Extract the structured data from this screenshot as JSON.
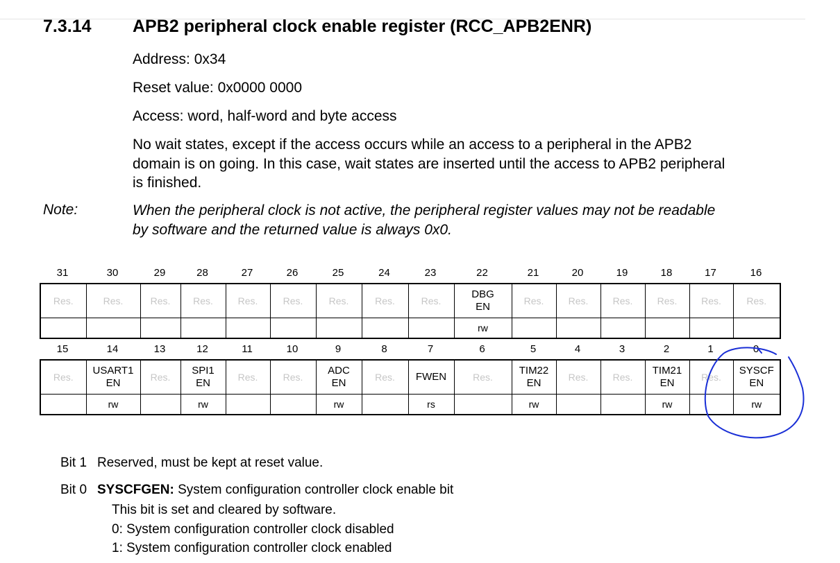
{
  "section": {
    "number": "7.3.14",
    "title": "APB2 peripheral clock enable register (RCC_APB2ENR)"
  },
  "info": {
    "address": "Address: 0x34",
    "reset": "Reset value: 0x0000 0000",
    "access": "Access: word, half-word and byte access",
    "wait_line1": "No wait states, except if the access occurs while an access to a peripheral in the APB2",
    "wait_line2": "domain is on going. In this case, wait states are inserted until the access to APB2 peripheral",
    "wait_line3": "is finished."
  },
  "note": {
    "label": "Note:",
    "line1": "When the peripheral clock is not active, the peripheral register values may not be readable",
    "line2": "by software and the returned value is always 0x0."
  },
  "register": {
    "upper": {
      "bits": [
        "31",
        "30",
        "29",
        "28",
        "27",
        "26",
        "25",
        "24",
        "23",
        "22",
        "21",
        "20",
        "19",
        "18",
        "17",
        "16"
      ],
      "names": [
        "Res.",
        "Res.",
        "Res.",
        "Res.",
        "Res.",
        "Res.",
        "Res.",
        "Res.",
        "Res.",
        "DBG\nEN",
        "Res.",
        "Res.",
        "Res.",
        "Res.",
        "Res.",
        "Res."
      ],
      "access": [
        "",
        "",
        "",
        "",
        "",
        "",
        "",
        "",
        "",
        "rw",
        "",
        "",
        "",
        "",
        "",
        ""
      ]
    },
    "lower": {
      "bits": [
        "15",
        "14",
        "13",
        "12",
        "11",
        "10",
        "9",
        "8",
        "7",
        "6",
        "5",
        "4",
        "3",
        "2",
        "1",
        "0"
      ],
      "names": [
        "Res.",
        "USART1\nEN",
        "Res.",
        "SPI1\nEN",
        "Res.",
        "Res.",
        "ADC\nEN",
        "Res.",
        "FWEN",
        "Res.",
        "TIM22\nEN",
        "Res.",
        "Res.",
        "TIM21\nEN",
        "Res.",
        "SYSCF\nEN"
      ],
      "access": [
        "",
        "rw",
        "",
        "rw",
        "",
        "",
        "rw",
        "",
        "rs",
        "",
        "rw",
        "",
        "",
        "rw",
        "",
        "rw"
      ]
    }
  },
  "bit_descriptions": {
    "bit1": {
      "label": "Bit 1",
      "text": "Reserved, must be kept at reset value."
    },
    "bit0": {
      "label": "Bit 0",
      "name": "SYSCFGEN:",
      "text": " System configuration controller clock enable bit",
      "line1": "This bit is set and cleared by software.",
      "line2": "0: System configuration controller clock disabled",
      "line3": "1: System configuration controller clock enabled"
    }
  },
  "colors": {
    "annotation_ink": "#1a2fd6",
    "reserved_text": "#c6c6c6"
  }
}
